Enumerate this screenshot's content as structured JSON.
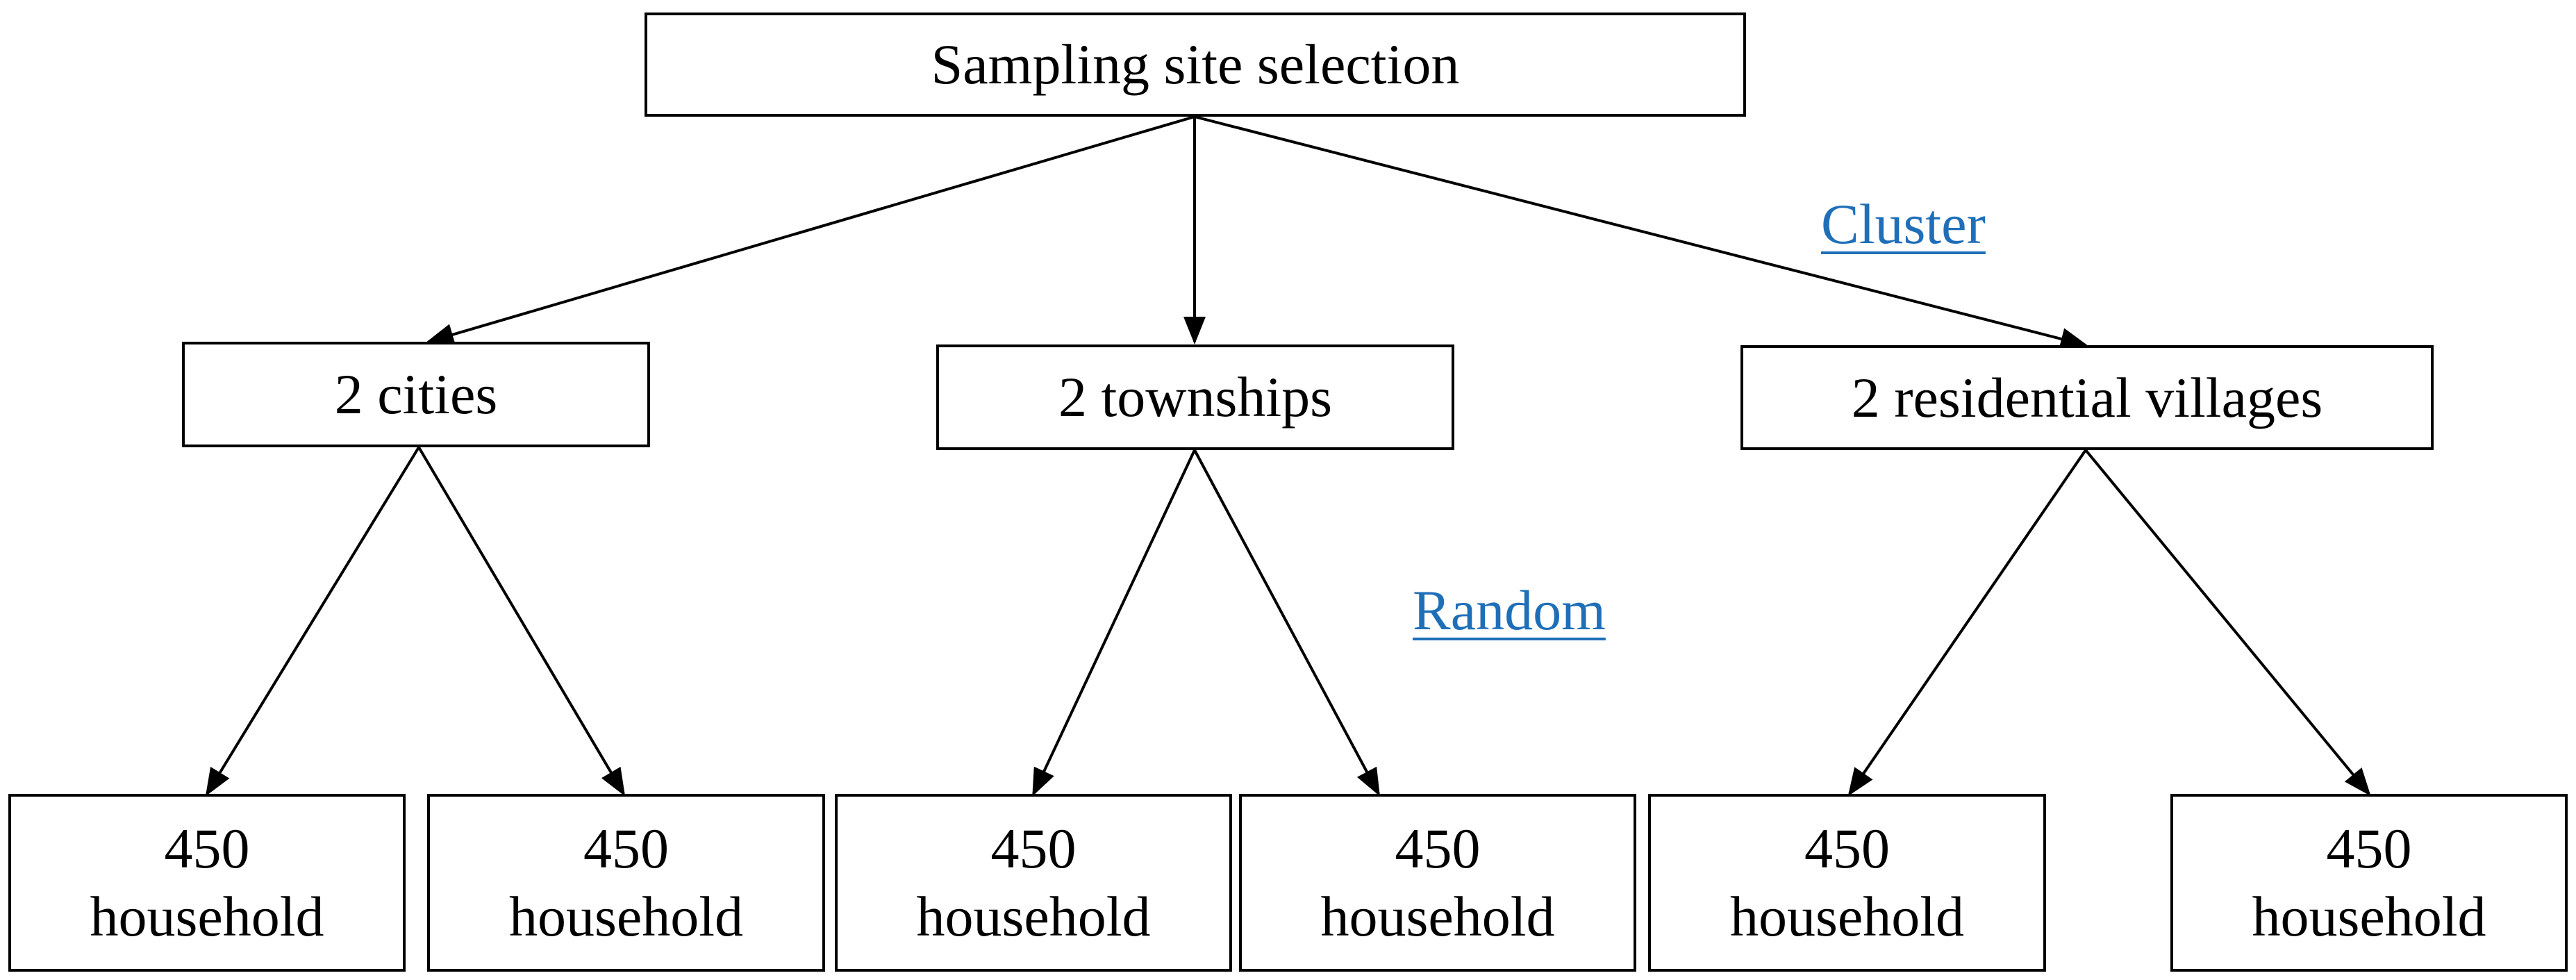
{
  "root": {
    "label": "Sampling site selection"
  },
  "methods": {
    "cluster": {
      "label": "Cluster",
      "color": "#1f6fb8"
    },
    "random": {
      "label": "Random",
      "color": "#1f6fb8"
    }
  },
  "level1": [
    {
      "label": "2 cities"
    },
    {
      "label": "2 townships"
    },
    {
      "label": "2 residential villages"
    }
  ],
  "level2": [
    {
      "count": "450",
      "unit": "household"
    },
    {
      "count": "450",
      "unit": "household"
    },
    {
      "count": "450",
      "unit": "household"
    },
    {
      "count": "450",
      "unit": "household"
    },
    {
      "count": "450",
      "unit": "household"
    },
    {
      "count": "450",
      "unit": "household"
    }
  ]
}
